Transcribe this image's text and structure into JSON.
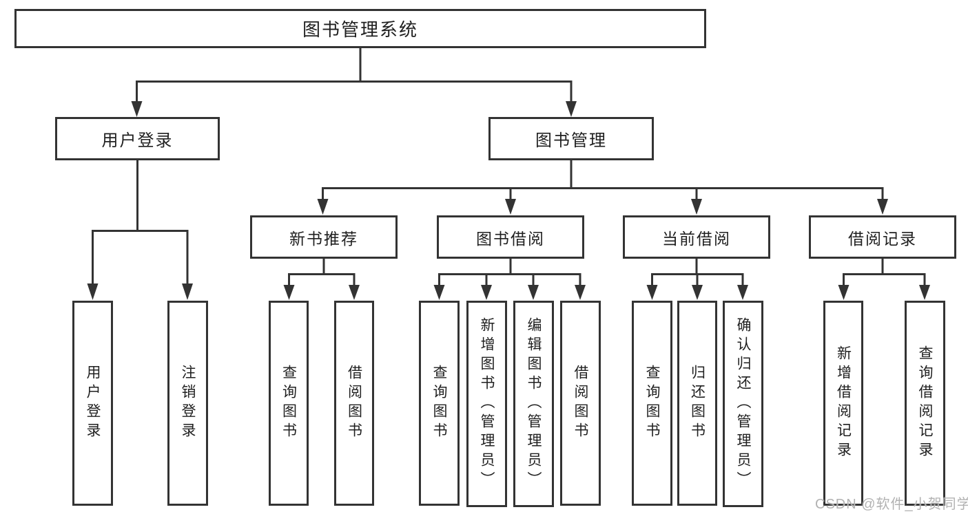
{
  "tree": {
    "root": "图书管理系统",
    "branches": [
      {
        "label": "用户登录",
        "leaves": [
          "用户登录",
          "注销登录"
        ]
      },
      {
        "label": "图书管理",
        "groups": [
          {
            "label": "新书推荐",
            "leaves": [
              "查询图书",
              "借阅图书"
            ]
          },
          {
            "label": "图书借阅",
            "leaves": [
              "查询图书",
              "新增图书（管理员）",
              "编辑图书（管理员）",
              "借阅图书"
            ]
          },
          {
            "label": "当前借阅",
            "leaves": [
              "查询图书",
              "归还图书",
              "确认归还（管理员）"
            ]
          },
          {
            "label": "借阅记录",
            "leaves": [
              "新增借阅记录",
              "查询借阅记录"
            ]
          }
        ]
      }
    ]
  },
  "watermark": {
    "text": "CSDN @软件_小贺同学"
  },
  "colors": {
    "line": "#333333",
    "text": "#1f1f1f",
    "watermark": "#b2b2b2",
    "background": "#ffffff"
  }
}
